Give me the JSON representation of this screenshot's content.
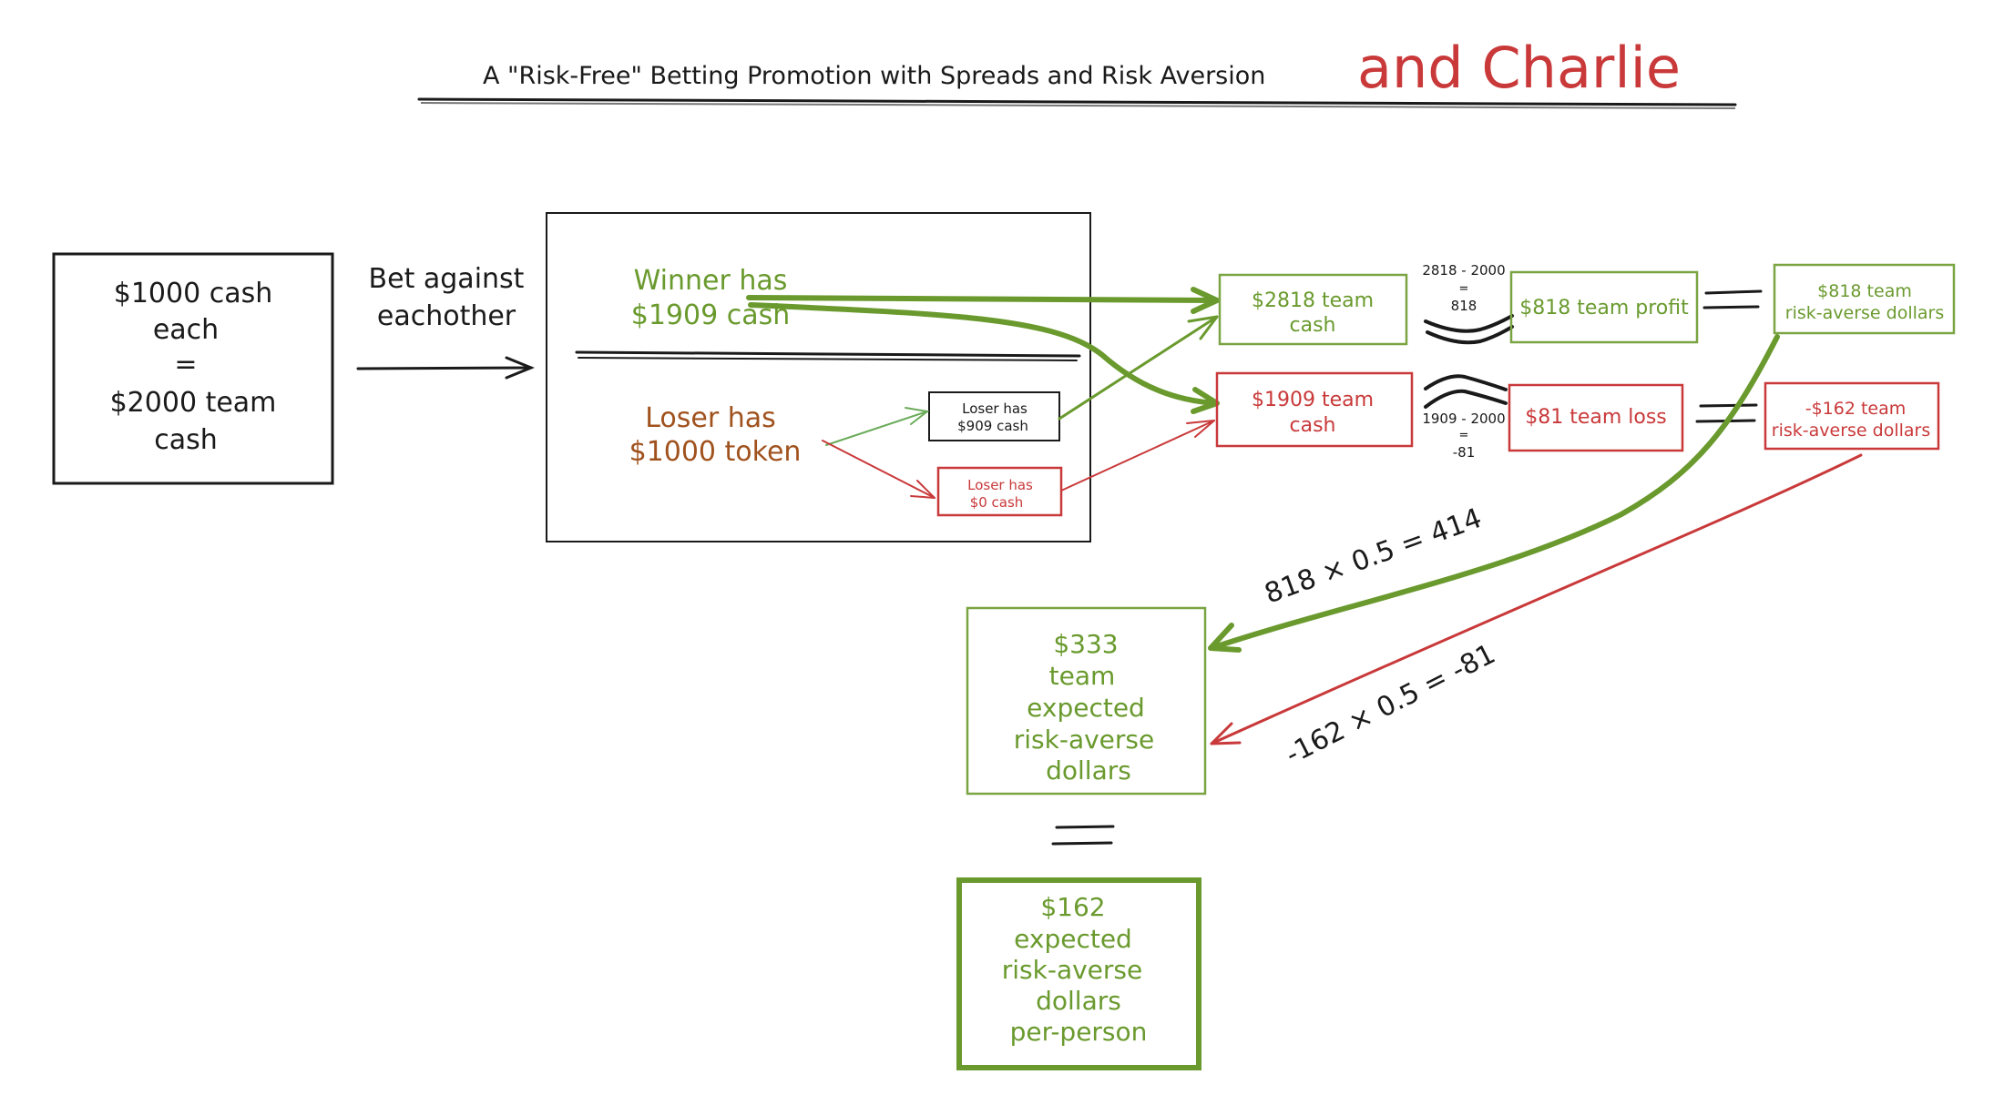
{
  "title": {
    "main": "A \"Risk-Free\" Betting Promotion with Spreads and Risk Aversion",
    "suffix": "and Charlie"
  },
  "colors": {
    "green": "#6a9a2e",
    "red": "#c9393a",
    "brown": "#a0521e",
    "black": "#1a1a1a"
  },
  "start_box": {
    "lines": [
      "$1000 cash",
      "each",
      "=",
      "$2000 team",
      "cash"
    ]
  },
  "bet_label": {
    "lines": [
      "Bet against",
      "eachother"
    ]
  },
  "outcome_box": {
    "winner": [
      "Winner has",
      "$1909 cash"
    ],
    "loser": [
      "Loser has",
      "$1000 token"
    ],
    "loser_win_token": [
      "Loser has",
      "$909 cash"
    ],
    "loser_lose_token": [
      "Loser has",
      "$0 cash"
    ]
  },
  "team_cash": {
    "good": [
      "$2818 team",
      "cash"
    ],
    "bad": [
      "$1909 team",
      "cash"
    ]
  },
  "calc": {
    "good": [
      "2818 - 2000",
      "=",
      "818"
    ],
    "bad": [
      "1909 - 2000",
      "=",
      "-81"
    ]
  },
  "profit_loss": {
    "profit": "$818 team profit",
    "loss": "$81 team loss"
  },
  "risk_averse": {
    "good": [
      "$818 team",
      "risk-averse dollars"
    ],
    "bad": [
      "-$162 team",
      "risk-averse dollars"
    ]
  },
  "weights": {
    "good": "818 × 0.5 = 414",
    "bad": "-162 × 0.5 = -81"
  },
  "expected_team": {
    "lines": [
      "$333",
      "team",
      "expected",
      "risk-averse",
      "dollars"
    ]
  },
  "equals": "=",
  "expected_person": {
    "lines": [
      "$162",
      "expected",
      "risk-averse",
      "dollars",
      "per-person"
    ]
  }
}
